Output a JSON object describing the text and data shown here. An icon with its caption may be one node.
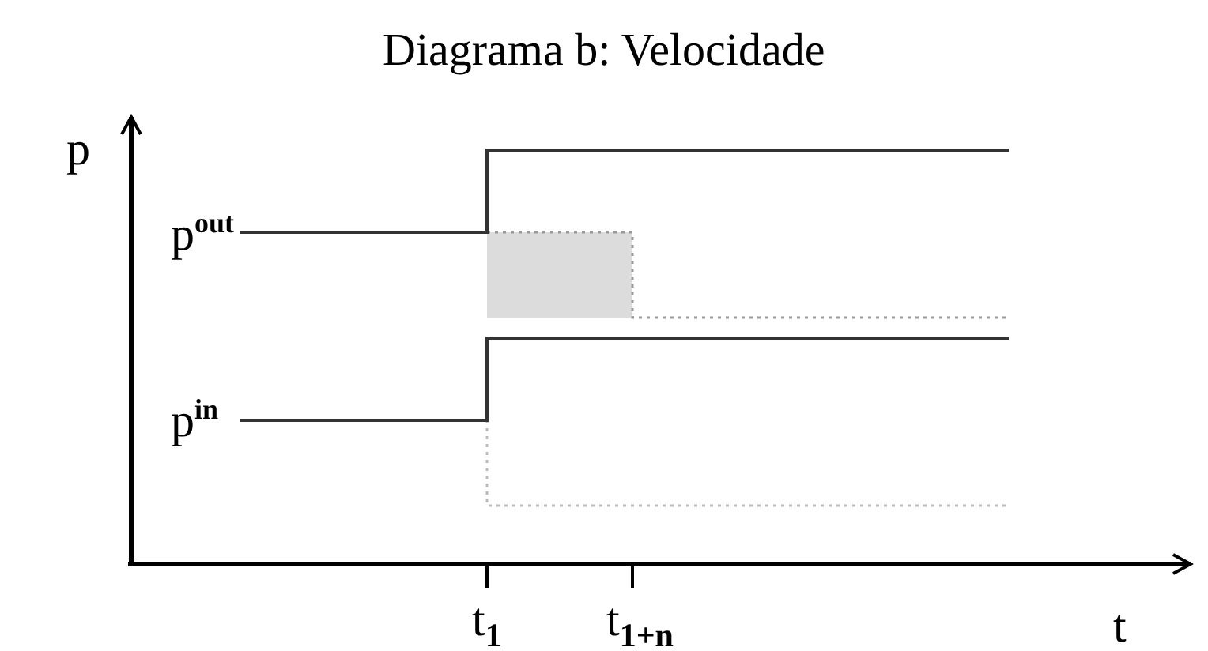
{
  "diagram": {
    "title": "Diagrama b: Velocidade",
    "labels": [
      "p",
      "p$^{out}$",
      "p$^{in}$",
      "t$_{1}$",
      "t$_{1+n}$",
      "t"
    ]
  }
}
